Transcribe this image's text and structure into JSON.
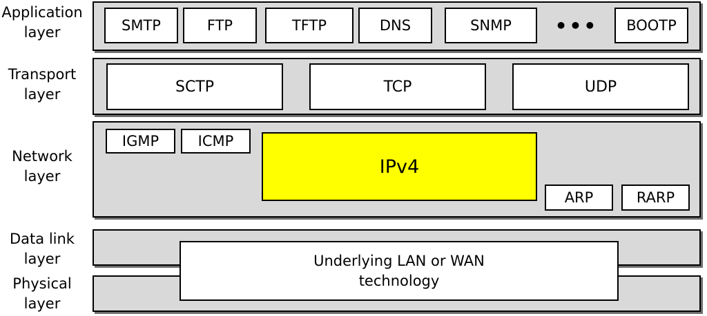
{
  "layers": {
    "application": [
      "Application",
      "layer"
    ],
    "transport": [
      "Transport",
      "layer"
    ],
    "network": [
      "Network",
      "layer"
    ],
    "datalink": [
      "Data link",
      "layer"
    ],
    "physical": [
      "Physical",
      "layer"
    ]
  },
  "application_protocols": [
    "SMTP",
    "FTP",
    "TFTP",
    "DNS",
    "SNMP",
    "BOOTP"
  ],
  "application_ellipsis": "•••",
  "transport_protocols": [
    "SCTP",
    "TCP",
    "UDP"
  ],
  "network_protocols": {
    "igmp": "IGMP",
    "icmp": "ICMP",
    "ipv4": "IPv4",
    "arp": "ARP",
    "rarp": "RARP"
  },
  "underlying": [
    "Underlying LAN or WAN",
    "technology"
  ],
  "colors": {
    "band": "#d9d9d9",
    "ipv4": "#ffff00",
    "shadow": "#6e6e6e"
  }
}
